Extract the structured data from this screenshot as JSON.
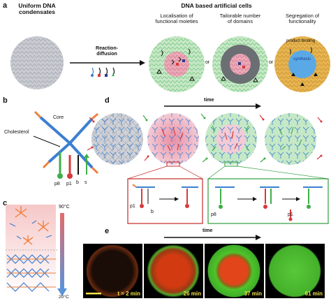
{
  "panel_a": {
    "letter": "a",
    "title_left_line1": "Uniform DNA",
    "title_left_line2": "condensates",
    "title_right": "DNA based artificial cells",
    "arrow_label_line1": "Reaction-",
    "arrow_label_line2": "diffusion",
    "features": [
      {
        "line1": "Localisation of",
        "line2": "functional moieties"
      },
      {
        "line1": "Tailorable number",
        "line2": "of domains"
      },
      {
        "line1": "Segregation of",
        "line2": "functionality"
      }
    ],
    "or_text": "or",
    "product_binding": "product binding",
    "synthesis": "synthesis"
  },
  "panel_b": {
    "letter": "b",
    "core": "Core",
    "cholesterol": "Cholesterol",
    "strands": [
      "p8",
      "p1",
      "b",
      "s"
    ]
  },
  "panel_c": {
    "letter": "c",
    "temp_high": "90°C",
    "temp_low": "20°C"
  },
  "panel_d": {
    "letter": "d",
    "time_label": "time",
    "inset_left_labels": [
      "p1",
      "b"
    ],
    "inset_right_labels": [
      "p8",
      "p1"
    ]
  },
  "panel_e": {
    "letter": "e",
    "time_label": "time",
    "frames": [
      {
        "time": "t = 2 min"
      },
      {
        "time": "26 min"
      },
      {
        "time": "37 min"
      },
      {
        "time": "61 min"
      }
    ]
  },
  "colors": {
    "green": "#3fae49",
    "red": "#d83a3a",
    "blue": "#3b7fd1",
    "orange": "#ef7f3b",
    "pink": "#e9a2b0",
    "grey": "#c9cbd0",
    "gold": "#e7b44f",
    "scalebar": "#f2e24a"
  }
}
